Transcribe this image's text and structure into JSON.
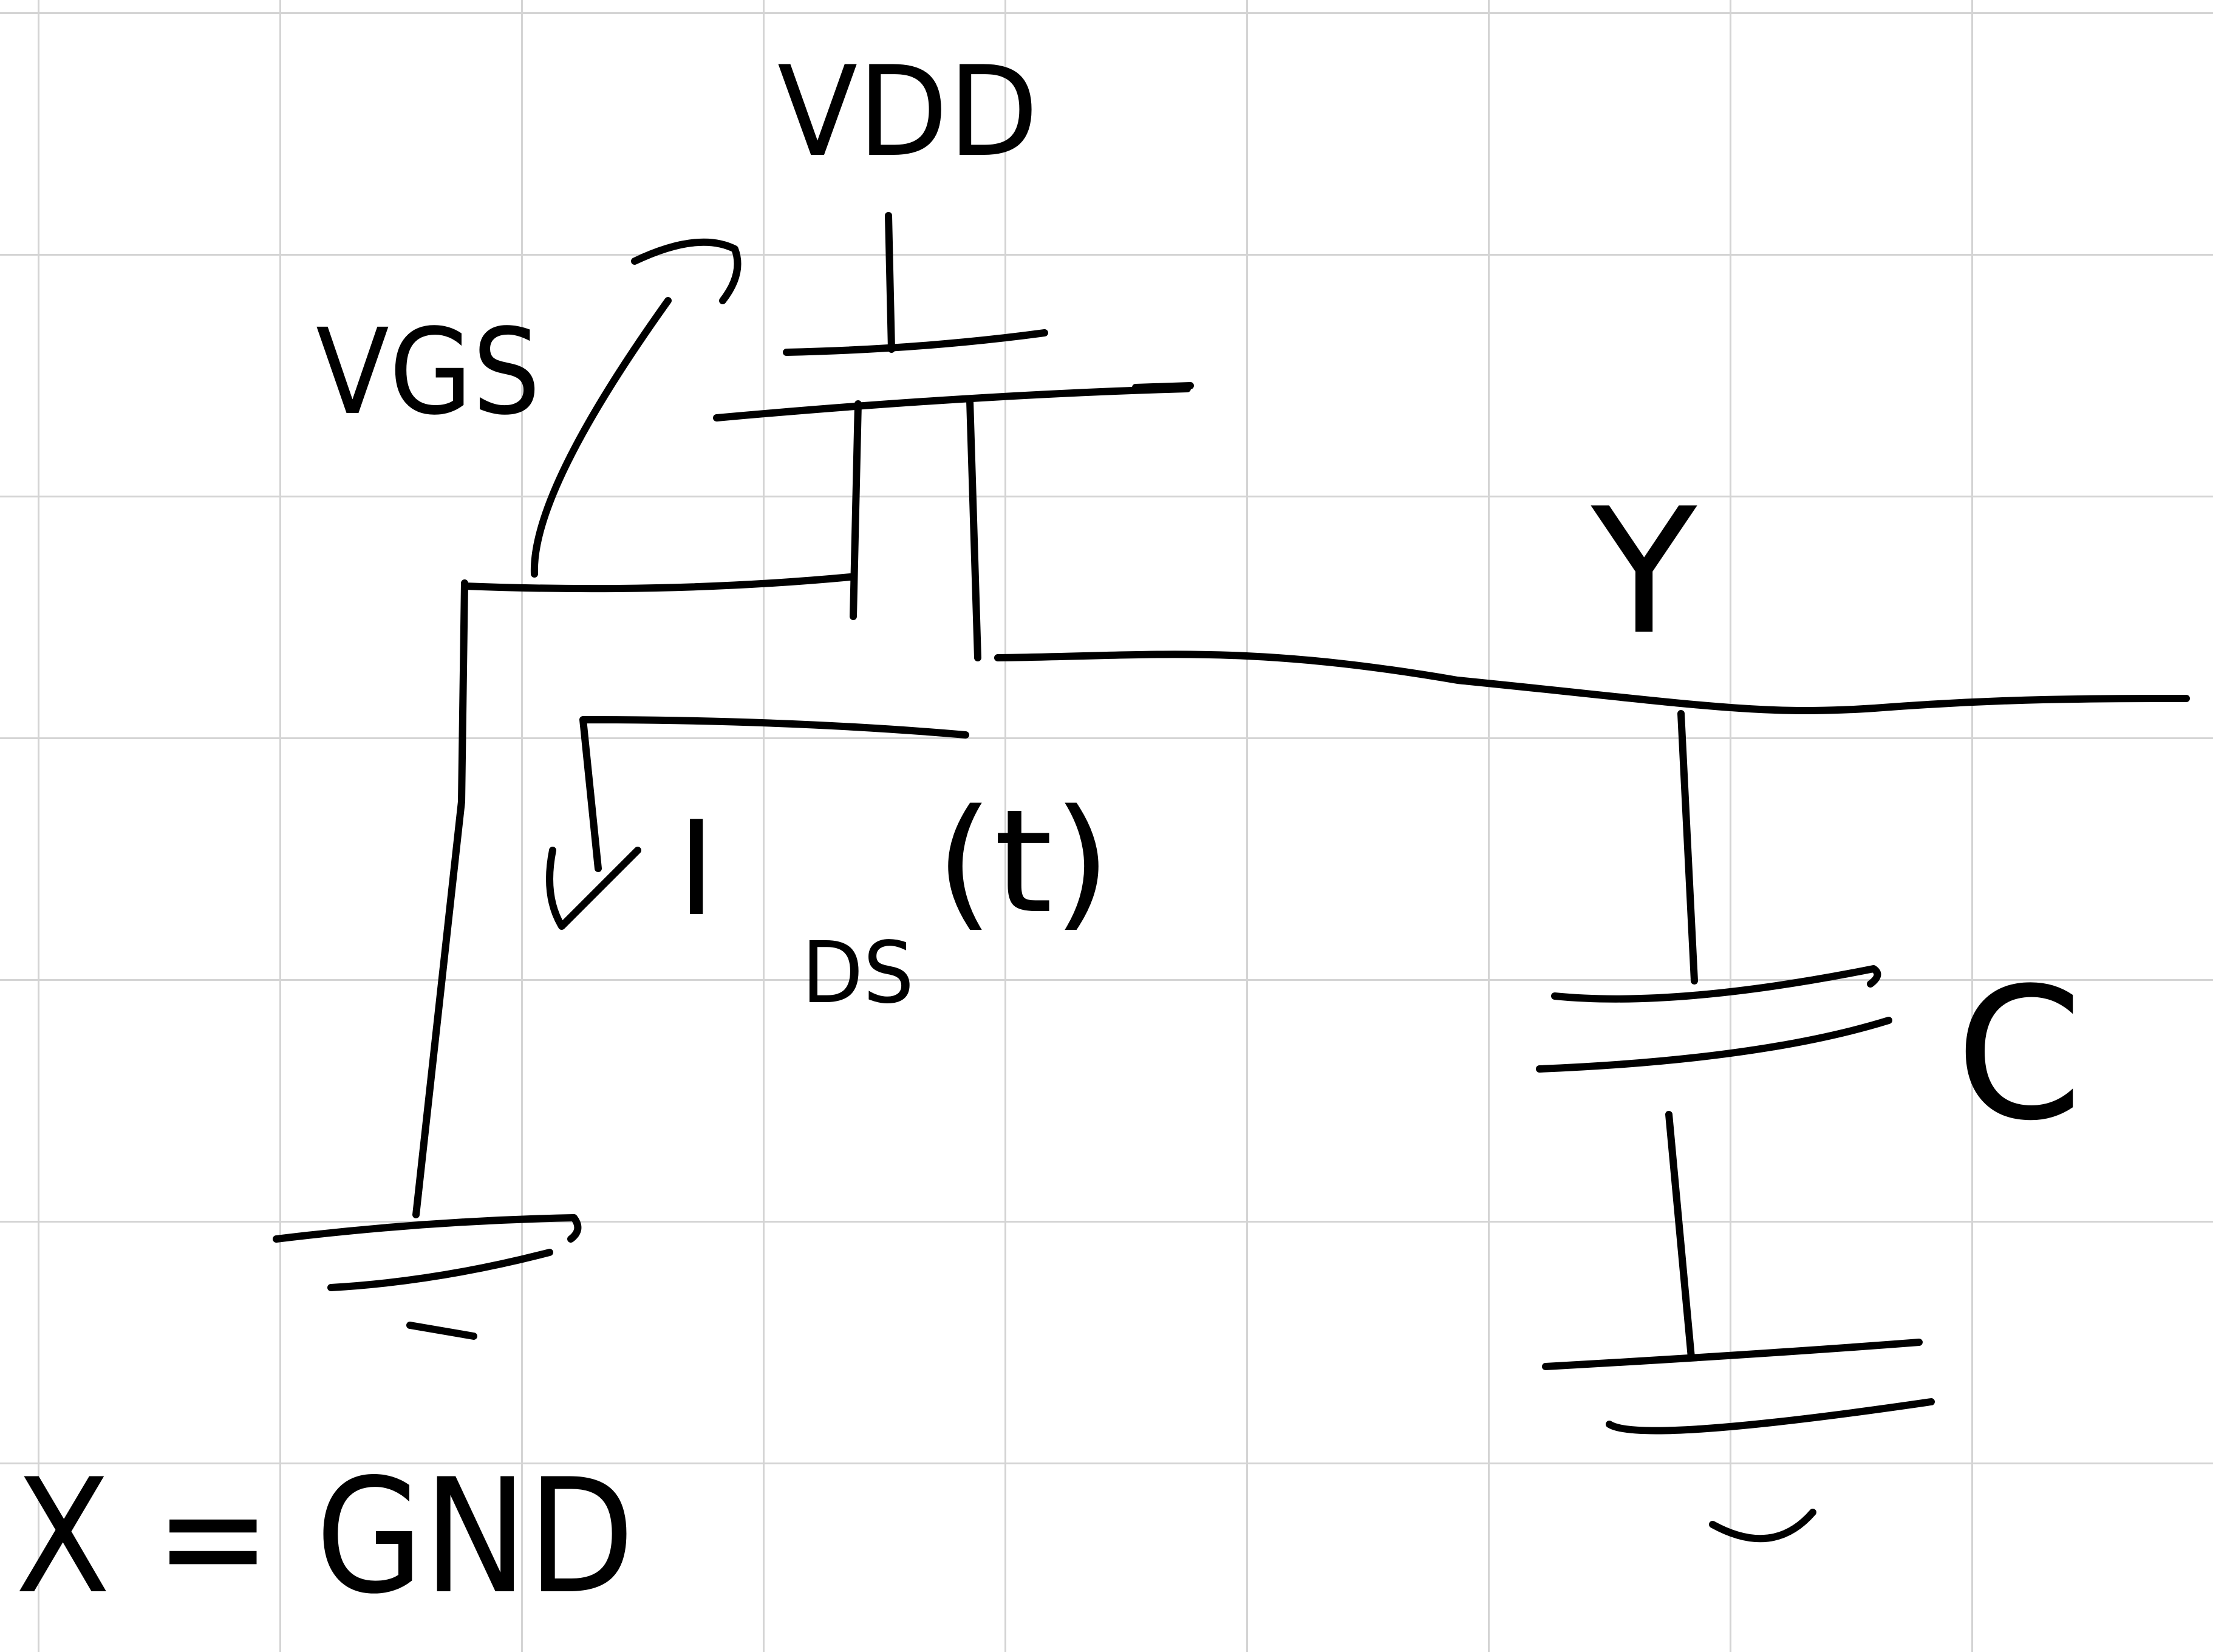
{
  "diagram": {
    "labels": {
      "vdd": "VDD",
      "vgs": "VGS",
      "ids": "I",
      "ids_sub": "DS",
      "ids_arg": "(t)",
      "node_y": "Y",
      "capacitor": "C",
      "node_x": "X = GND"
    }
  },
  "colors": {
    "ink": "#000000",
    "grid": "#d4d4d4",
    "paper": "#ffffff"
  }
}
